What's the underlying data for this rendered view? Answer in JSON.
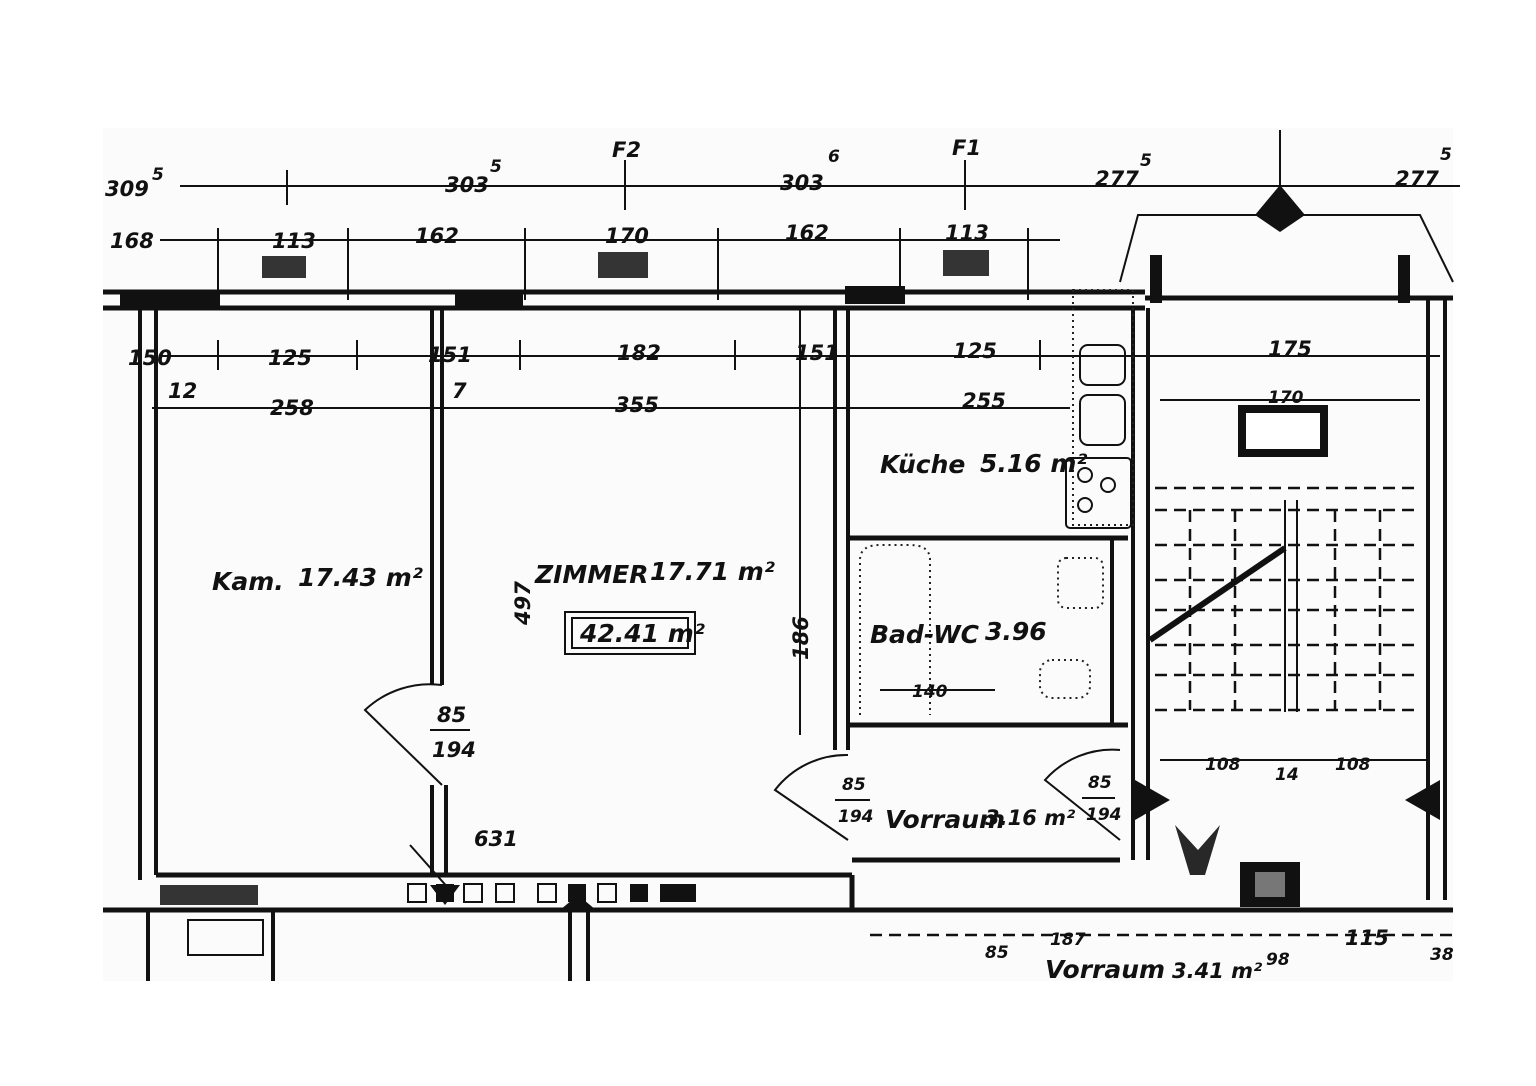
{
  "axis_labels": {
    "f2": "F2",
    "f1": "F1"
  },
  "dims_row1": [
    "309",
    "303",
    "303",
    "277",
    "277"
  ],
  "dims_row1_sup": [
    "5",
    "5",
    "6",
    "5",
    "5"
  ],
  "dims_row2": [
    "168",
    "113",
    "162",
    "170",
    "162",
    "113"
  ],
  "dims_row3": [
    "150",
    "125",
    "151",
    "182",
    "151",
    "125",
    "175"
  ],
  "dims_row4": [
    "12",
    "258",
    "7",
    "355",
    "255",
    "170"
  ],
  "rooms": {
    "kammer": {
      "name": "Kam.",
      "area": "17.43 m²"
    },
    "zimmer": {
      "name": "ZIMMER",
      "area": "17.71 m²",
      "box": "42.41 m²"
    },
    "kueche": {
      "name": "Küche",
      "area": "5.16 m²"
    },
    "bad": {
      "name": "Bad-WC",
      "area": "3.96"
    },
    "vorraum": {
      "name": "Vorraum",
      "area": "3.16 m²"
    },
    "stiegen": {
      "name": "Vorraum",
      "area": "3.41 m²"
    }
  },
  "misc_dims": {
    "zimmer_depth": "497",
    "bad_depth": "186",
    "bad_inner": "140",
    "door_kam_w": "85",
    "door_kam_h": "194",
    "door_zim_w": "85",
    "door_zim_h": "194",
    "door_vor_w": "85",
    "door_vor_h": "194",
    "wall_631": "631",
    "stair_108a": "108",
    "stair_108b": "108",
    "stair_14": "14",
    "bottom_187": "187",
    "bottom_85": "85",
    "bottom_115": "115",
    "bottom_98": "98",
    "bottom_38": "38"
  }
}
